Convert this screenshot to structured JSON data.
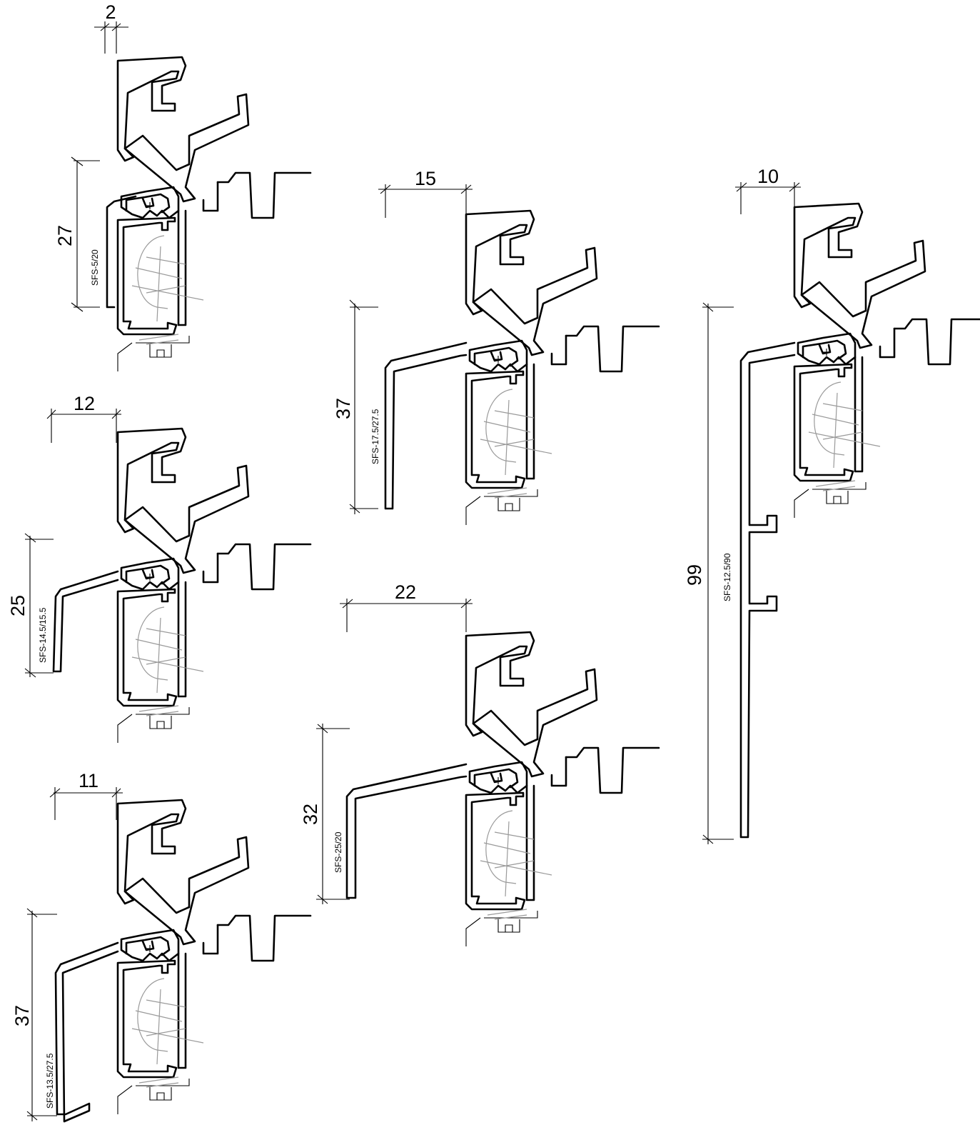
{
  "drawing": {
    "profiles": [
      {
        "id": "p1",
        "code": "SFS-5/20",
        "height_dim": "27",
        "width_dim": "2"
      },
      {
        "id": "p2",
        "code": "SFS-14.5/15.5",
        "height_dim": "25",
        "width_dim": "12"
      },
      {
        "id": "p3",
        "code": "SFS-13.5/27.5",
        "height_dim": "37",
        "width_dim": "11"
      },
      {
        "id": "p4",
        "code": "SFS-17.5/27.5",
        "height_dim": "37",
        "width_dim": "15"
      },
      {
        "id": "p5",
        "code": "SFS-25/20",
        "height_dim": "32",
        "width_dim": "22"
      },
      {
        "id": "p6",
        "code": "SFS-12.5/90",
        "height_dim": "99",
        "width_dim": "10"
      }
    ]
  }
}
